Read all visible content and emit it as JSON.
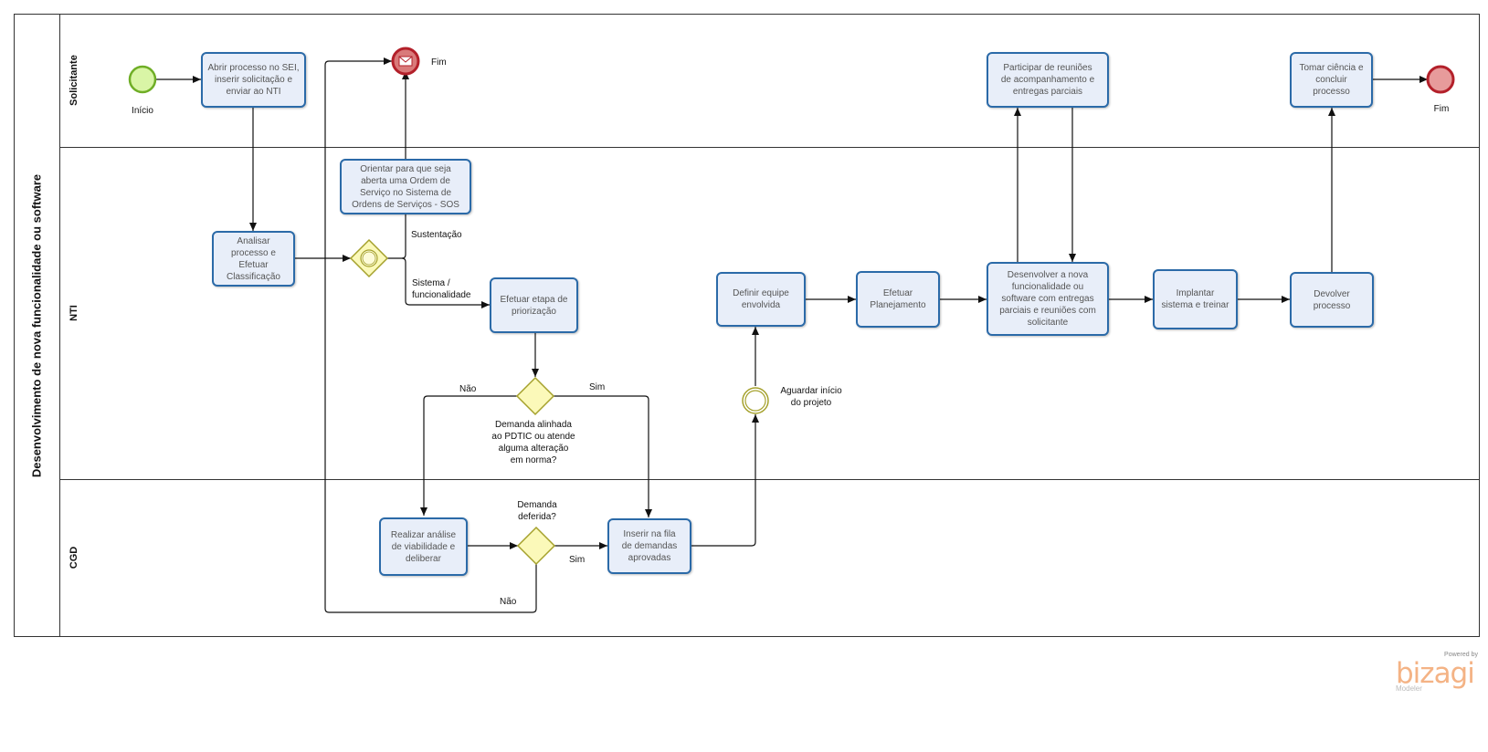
{
  "pool": {
    "title": "Desenvolvimento de nova funcionalidade ou software"
  },
  "lanes": {
    "solicitante": "Solicitante",
    "nti": "NTI",
    "cgd": "CGD"
  },
  "tasks": {
    "abrir": "Abrir processo no SEI,\ninserir solicitação e\nenviar ao NTI",
    "analisar": "Analisar\nprocesso e\nEfetuar\nClassificação",
    "orientar": "Orientar para que seja\naberta uma Ordem de\nServiço no Sistema de\nOrdens de Serviços - SOS",
    "priorizacao": "Efetuar etapa de\npriorização",
    "realizar": "Realizar análise\nde viabilidade e\ndeliberar",
    "inserir": "Inserir na fila\nde demandas\naprovadas",
    "definir": "Definir equipe\nenvolvida",
    "planejamento": "Efetuar\nPlanejamento",
    "desenvolver": "Desenvolver a nova\nfuncionalidade ou\nsoftware com entregas\nparciais e reuniões com\nsolicitante",
    "participar": "Participar de reuniões\nde acompanhamento e\nentregas parciais",
    "implantar": "Implantar\nsistema e treinar",
    "devolver": "Devolver\nprocesso",
    "tomar": "Tomar ciência e\nconcluir\nprocesso"
  },
  "events": {
    "start": "Início",
    "end_message": "Fim",
    "end_final": "Fim",
    "aguardar": "Aguardar início\ndo projeto"
  },
  "gateways": {
    "demanda_alinhada": "Demanda alinhada\nao PDTIC ou atende\nalguma alteração\nem norma?",
    "demanda_deferida": "Demanda\ndeferida?"
  },
  "flow_labels": {
    "sustentacao": "Sustentação",
    "sistema": "Sistema /\nfuncionalidade",
    "nao_alinhada": "Não",
    "sim_alinhada": "Sim",
    "sim_deferida": "Sim",
    "nao_deferida": "Não"
  },
  "colors": {
    "task_border": "#2b6aa8",
    "task_fill": "#e8eef9",
    "start_fill": "#d9f5a6",
    "start_stroke": "#6fae26",
    "end_fill": "#e79b9b",
    "end_stroke": "#b3202a",
    "gateway_fill": "#fbf9b9",
    "gateway_stroke": "#a5a12c"
  },
  "logo": {
    "powered_by": "Powered by",
    "name": "bizagi",
    "product": "Modeler"
  }
}
